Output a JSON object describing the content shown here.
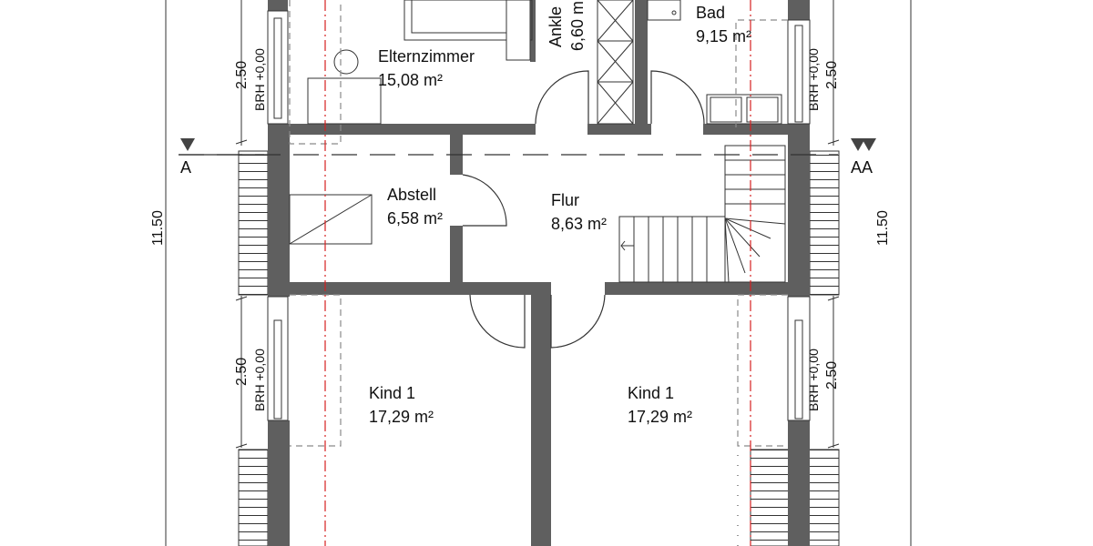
{
  "rooms": {
    "elternzimmer": {
      "name": "Elternzimmer",
      "area": "15,08 m²"
    },
    "ankleide": {
      "name": "Ankle",
      "area": "6,60 m"
    },
    "bad": {
      "name": "Bad",
      "area": "9,15 m²"
    },
    "abstell": {
      "name": "Abstell",
      "area": "6,58 m²"
    },
    "flur": {
      "name": "Flur",
      "area": "8,63 m²"
    },
    "kind_left": {
      "name": "Kind 1",
      "area": "17,29 m²"
    },
    "kind_right": {
      "name": "Kind 1",
      "area": "17,29 m²"
    }
  },
  "dimensions": {
    "overall_left": "11.50",
    "overall_right": "11.50",
    "window_height": "2.50",
    "brh": "BRH +0,00"
  },
  "section_markers": {
    "left": "A",
    "right": "AA"
  },
  "colors": {
    "wall": "#5f5f5f",
    "section_line": "#d62020",
    "dashed": "#8a8a8a"
  }
}
